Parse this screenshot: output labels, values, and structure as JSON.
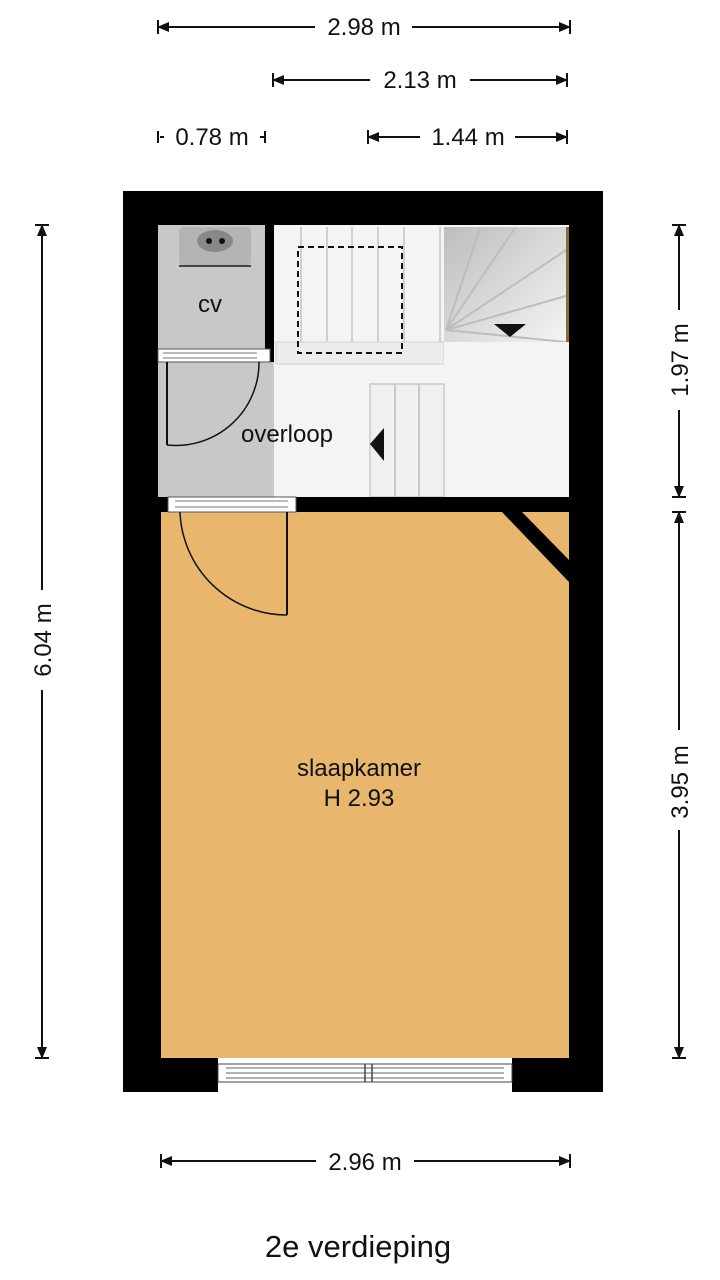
{
  "dimensions": {
    "top_total": "2.98 m",
    "top_stairs": "2.13 m",
    "top_cv": "0.78 m",
    "top_stair_right": "1.44 m",
    "left_total": "6.04 m",
    "right_upper": "1.97 m",
    "right_lower": "3.95 m",
    "bottom_total": "2.96 m"
  },
  "rooms": {
    "cv": "cv",
    "landing": "overloop",
    "bedroom": "slaapkamer",
    "bedroom_height": "H 2.93"
  },
  "floor_title": "2e verdieping",
  "colors": {
    "wall": "#000000",
    "bedroom_floor": "#e8b76d",
    "landing_floor": "#c8c8c8",
    "stairs": "#f2f2f2",
    "dimension_line": "#111111"
  }
}
